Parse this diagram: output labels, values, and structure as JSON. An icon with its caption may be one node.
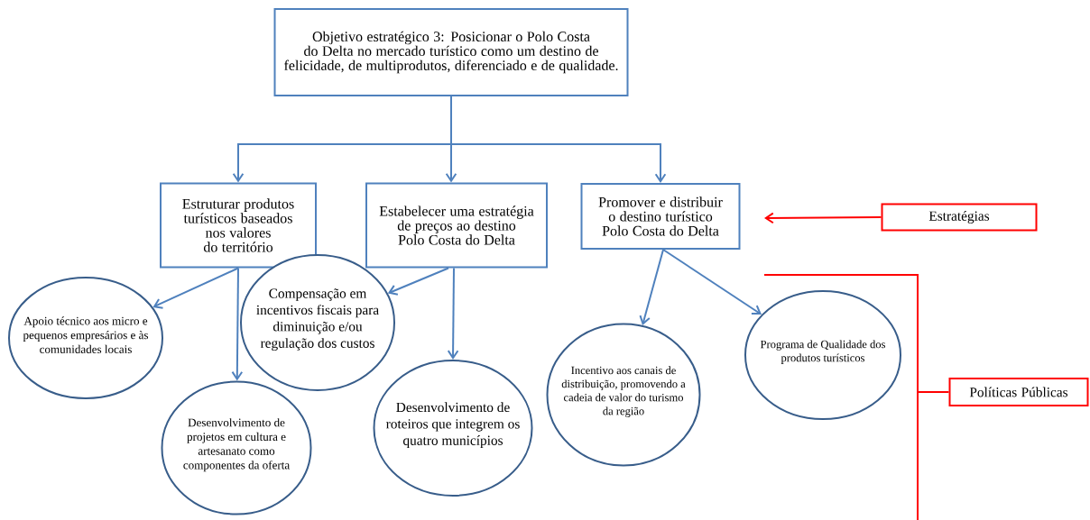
{
  "diagram": {
    "nodes": [
      {
        "text": [
          "Objetivo estratégico 3: Posicionar o Polo Costa do Delta no mercado turístico como um destino de felicidade, de multiprodutos, diferenciado e de qualidade."
        ]
      },
      {
        "text": [
          "Estruturar produtos turísticos baseados nos valores do território"
        ]
      },
      {
        "text": [
          "Estabelecer uma estratégia de preços ao destino Polo Costa do Delta"
        ]
      },
      {
        "text": [
          "Promover e distribuir o destino turístico Polo Costa do Delta"
        ]
      },
      {
        "text": [
          "Estratégias"
        ]
      },
      {
        "text": [
          "Políticas Públicas"
        ]
      },
      {
        "text": [
          "Apoio técnico aos micro e pequenos empresários e às comunidades locais"
        ]
      },
      {
        "text": [
          "Compensação em incentivos fiscais para diminuição e/ou regulação dos custos"
        ]
      },
      {
        "text": [
          "Desenvolvimento de projetos em cultura e artesanato como componentes da oferta"
        ]
      },
      {
        "text": [
          "Desenvolvimento de roteiros que integrem os quatro municípios"
        ]
      },
      {
        "text": [
          "Incentivo aos canais de distribuição, promovendo a cadeia de valor do turismo da região"
        ]
      },
      {
        "text": [
          "Programa de Qualidade dos produtos turísticos"
        ]
      }
    ],
    "edges": [
      {
        "from": 0,
        "to": 1,
        "arrow": "to"
      },
      {
        "from": 0,
        "to": 2,
        "arrow": "to"
      },
      {
        "from": 0,
        "to": 3,
        "arrow": "to"
      },
      {
        "from": 1,
        "to": 6,
        "arrow": "to"
      },
      {
        "from": 1,
        "to": 8,
        "arrow": "to"
      },
      {
        "from": 2,
        "to": 7,
        "arrow": "to"
      },
      {
        "from": 2,
        "to": 9,
        "arrow": "to"
      },
      {
        "from": 3,
        "to": 10,
        "arrow": "to"
      },
      {
        "from": 3,
        "to": 11,
        "arrow": "to"
      },
      {
        "from": 4,
        "to": null,
        "arrow": "to",
        "color": "#ff0000"
      },
      {
        "from": 5,
        "to": null,
        "arrow": "none",
        "color": "#ff0000"
      }
    ]
  }
}
